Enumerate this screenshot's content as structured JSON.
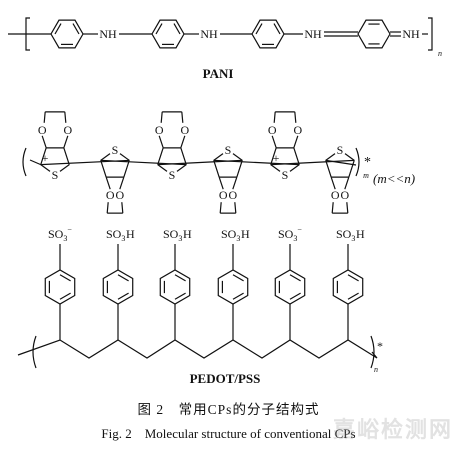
{
  "structures": {
    "pani": {
      "label": "PANI",
      "nh_label": "NH",
      "repeat_subscript": "n"
    },
    "pedot": {
      "o_label": "O",
      "s_label": "S",
      "charge": "+",
      "repeat_subscript": "m",
      "end_star": "*",
      "condition": "(m<<n)"
    },
    "pss": {
      "label": "PEDOT/PSS",
      "so3_label": "SO3",
      "so3_charge": "−",
      "so3h_label": "SO3H",
      "end_star": "*",
      "repeat_subscript": "n"
    }
  },
  "caption": {
    "chinese": "图 2　常用CPs的分子结构式",
    "english": "Fig. 2　Molecular structure of conventional CPs"
  },
  "watermark": "嘉峪检测网"
}
